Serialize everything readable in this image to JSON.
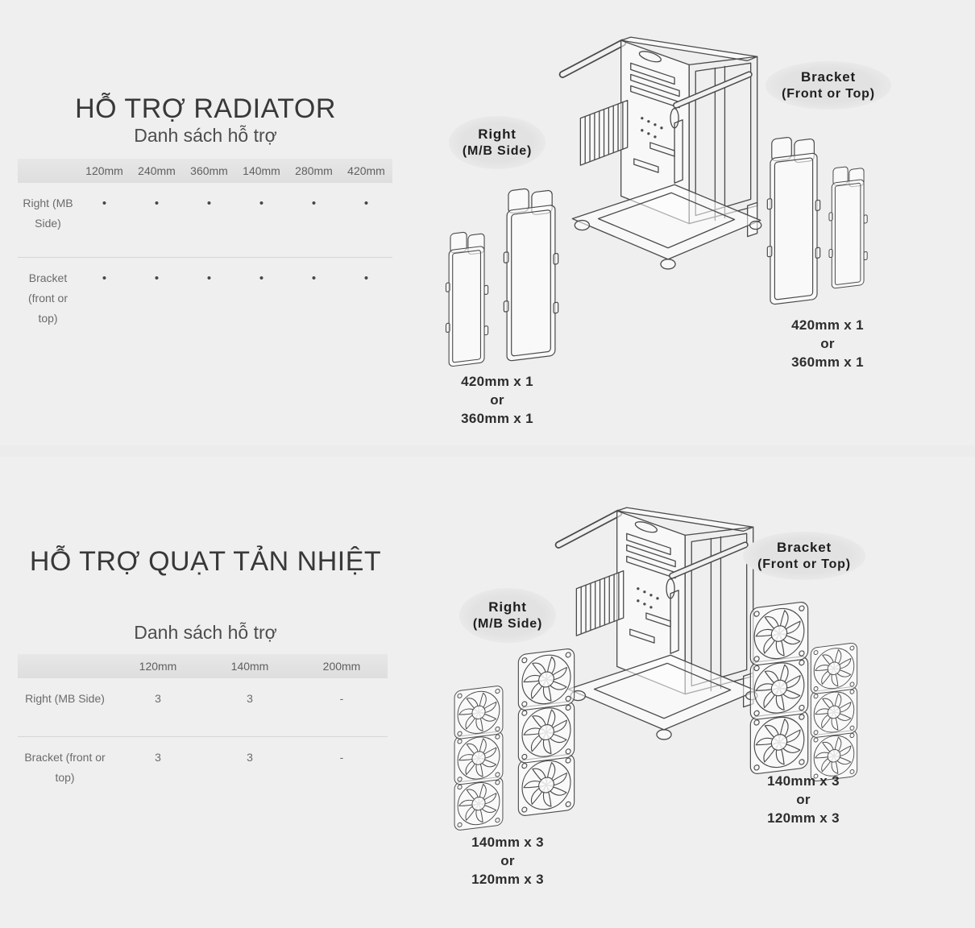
{
  "colors": {
    "background": "#efefef",
    "table_header": "#e3e3e3",
    "callout_bg": "#e2e2e2"
  },
  "radiator_section": {
    "title": "HỖ TRỢ RADIATOR",
    "subtitle": "Danh sách hỗ trợ",
    "table": {
      "columns": [
        "120mm",
        "240mm",
        "360mm",
        "140mm",
        "280mm",
        "420mm"
      ],
      "rows": [
        {
          "label": "Right (MB Side)",
          "values": [
            "•",
            "•",
            "•",
            "•",
            "•",
            "•"
          ]
        },
        {
          "label": "Bracket (front or top)",
          "values": [
            "•",
            "•",
            "•",
            "•",
            "•",
            "•"
          ]
        }
      ]
    },
    "callouts": {
      "right": {
        "line1": "Right",
        "line2": "(M/B Side)"
      },
      "bracket": {
        "line1": "Bracket",
        "line2": "(Front or Top)"
      }
    },
    "captions": {
      "left": {
        "line1": "420mm x 1",
        "line2": "or",
        "line3": "360mm x 1"
      },
      "right": {
        "line1": "420mm x 1",
        "line2": "or",
        "line3": "360mm x 1"
      }
    }
  },
  "fan_section": {
    "title": "HỖ TRỢ QUẠT TẢN NHIỆT",
    "subtitle": "Danh sách hỗ trợ",
    "table": {
      "columns": [
        "120mm",
        "140mm",
        "200mm"
      ],
      "rows": [
        {
          "label": "Right (MB Side)",
          "values": [
            "3",
            "3",
            "-"
          ]
        },
        {
          "label": "Bracket (front or top)",
          "values": [
            "3",
            "3",
            "-"
          ]
        }
      ]
    },
    "callouts": {
      "right": {
        "line1": "Right",
        "line2": "(M/B Side)"
      },
      "bracket": {
        "line1": "Bracket",
        "line2": "(Front or Top)"
      }
    },
    "captions": {
      "left": {
        "line1": "140mm x 3",
        "line2": "or",
        "line3": "120mm x 3"
      },
      "right": {
        "line1": "140mm x 3",
        "line2": "or",
        "line3": "120mm x 3"
      }
    }
  }
}
